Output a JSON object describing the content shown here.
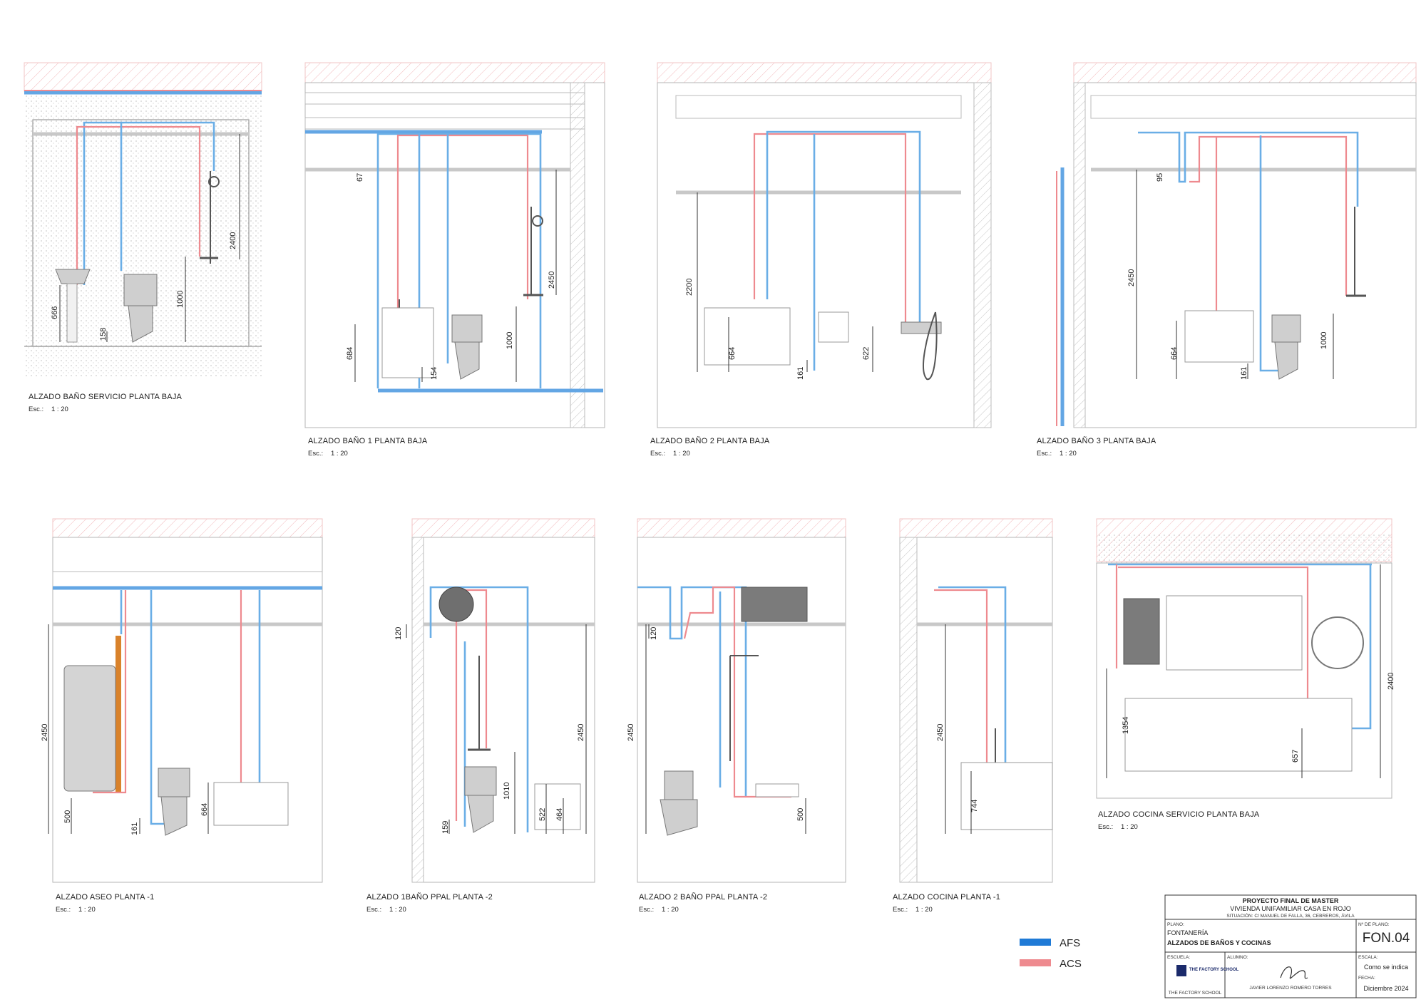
{
  "elevations": [
    {
      "title": "ALZADO BAÑO SERVICIO PLANTA BAJA",
      "scale_label": "Esc.:",
      "scale": "1 : 20",
      "dims": [
        "666",
        "158",
        "1000",
        "2400"
      ]
    },
    {
      "title": "ALZADO BAÑO 1 PLANTA BAJA",
      "scale_label": "Esc.:",
      "scale": "1 : 20",
      "dims": [
        "67",
        "684",
        "154",
        "1000",
        "2450"
      ]
    },
    {
      "title": "ALZADO BAÑO 2 PLANTA BAJA",
      "scale_label": "Esc.:",
      "scale": "1 : 20",
      "dims": [
        "2200",
        "664",
        "161",
        "622"
      ]
    },
    {
      "title": "ALZADO BAÑO 3 PLANTA BAJA",
      "scale_label": "Esc.:",
      "scale": "1 : 20",
      "dims": [
        "95",
        "2450",
        "664",
        "161",
        "1000"
      ]
    },
    {
      "title": "ALZADO ASEO PLANTA -1",
      "scale_label": "Esc.:",
      "scale": "1 : 20",
      "dims": [
        "2450",
        "500",
        "161",
        "664"
      ]
    },
    {
      "title": "ALZADO 1BAÑO PPAL PLANTA -2",
      "scale_label": "Esc.:",
      "scale": "1 : 20",
      "dims": [
        "120",
        "159",
        "1010",
        "2450",
        "522",
        "464"
      ]
    },
    {
      "title": "ALZADO 2 BAÑO PPAL PLANTA -2",
      "scale_label": "Esc.:",
      "scale": "1 : 20",
      "dims": [
        "120",
        "2450",
        "500"
      ]
    },
    {
      "title": "ALZADO COCINA PLANTA -1",
      "scale_label": "Esc.:",
      "scale": "1 : 20",
      "dims": [
        "2450",
        "744"
      ]
    },
    {
      "title": "ALZADO COCINA SERVICIO PLANTA BAJA",
      "scale_label": "Esc.:",
      "scale": "1 : 20",
      "dims": [
        "1354",
        "657",
        "2400"
      ]
    }
  ],
  "legend": [
    {
      "label": "AFS",
      "color": "#1f7ad6"
    },
    {
      "label": "ACS",
      "color": "#ee8a8f"
    }
  ],
  "title_block": {
    "project": "PROYECTO FINAL DE MASTER",
    "subtitle": "VIVIENDA UNIFAMILIAR CASA EN ROJO",
    "location": "SITUACIÓN: C/ MANUEL DE FALLA, 36, CEBREROS, ÁVILA",
    "plano_label": "PLANO:",
    "plano_line1": "FONTANERÍA",
    "plano_line2": "ALZADOS DE BAÑOS Y COCINAS",
    "num_label": "Nº DE PLANO:",
    "num": "FON.04",
    "escuela_label": "ESCUELA:",
    "school_logo": "THE FACTORY SCHOOL",
    "school_name": "THE FACTORY SCHOOL",
    "alumno_label": "ALUMNO:",
    "alumno": "JAVIER LORENZO ROMERO TORRES",
    "escala_label": "ESCALA:",
    "escala": "Como se indica",
    "fecha_label": "FECHA:",
    "fecha": "Diciembre 2024"
  },
  "colors": {
    "afs": "#6aaee6",
    "acs": "#ee8a8f",
    "hatch": "#f2b8bb",
    "boiler_pipe": "#d9822b"
  }
}
